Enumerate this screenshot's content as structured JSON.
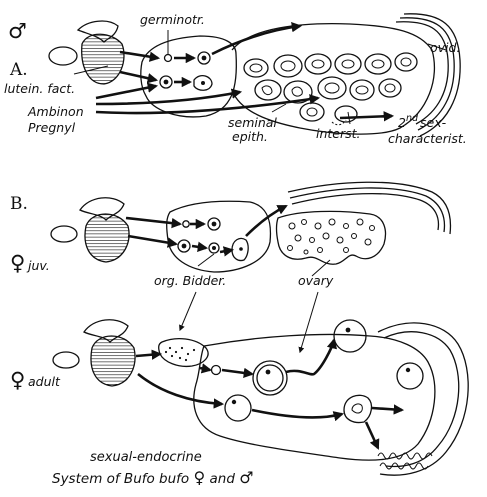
{
  "panel_a": {
    "letter": "A.",
    "sex_symbol": "♂",
    "labels": {
      "lutein_fact": "lutein. fact.",
      "germinotr": "germinotr.",
      "ambinon": "Ambinon",
      "pregnyl": "Pregnyl",
      "seminal_line1": "seminal",
      "seminal_line2": "epith.",
      "interst": "interst.",
      "ovid": "ovid.",
      "second_ordinal": "2",
      "second_suffix": "nd",
      "second_sex": "sex-",
      "second_char": "characterist."
    }
  },
  "panel_b": {
    "letter": "B.",
    "juv_symbol": "♀",
    "juv_label": "juv.",
    "adult_symbol": "♀",
    "adult_label": "adult",
    "org_bidder": "org. Bidder.",
    "ovary": "ovary"
  },
  "caption": {
    "line1": "sexual-endocrine",
    "line2_text": "System of Bufo bufo ",
    "line2_female": "♀",
    "line2_and": " and ",
    "line2_male": "♂"
  }
}
